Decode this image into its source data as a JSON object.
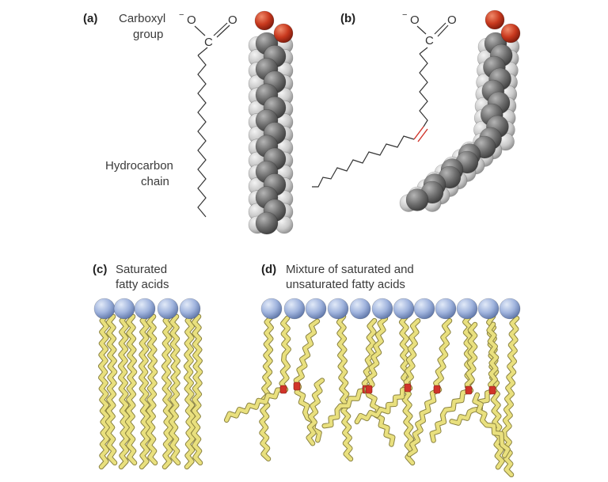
{
  "panels": {
    "a": {
      "tag": "(a)",
      "carboxyl_label": [
        "Carboxyl",
        "group"
      ],
      "hydrocarbon_label": [
        "Hydrocarbon",
        "chain"
      ]
    },
    "b": {
      "tag": "(b)"
    },
    "c": {
      "tag": "(c)",
      "label": [
        "Saturated",
        "fatty acids"
      ]
    },
    "d": {
      "tag": "(d)",
      "label": [
        "Mixture of saturated and",
        "unsaturated fatty acids"
      ]
    }
  },
  "atoms": {
    "oxygen": "O",
    "carbon": "C",
    "minus": "−"
  },
  "colors": {
    "carbon_atom": "#6e6e6e",
    "hydrogen_atom": "#c9c9c9",
    "oxygen_atom": "#c8391e",
    "head_group": "#9fb3dd",
    "tail": "#e9e07e",
    "double_bond": "#d0342a"
  }
}
